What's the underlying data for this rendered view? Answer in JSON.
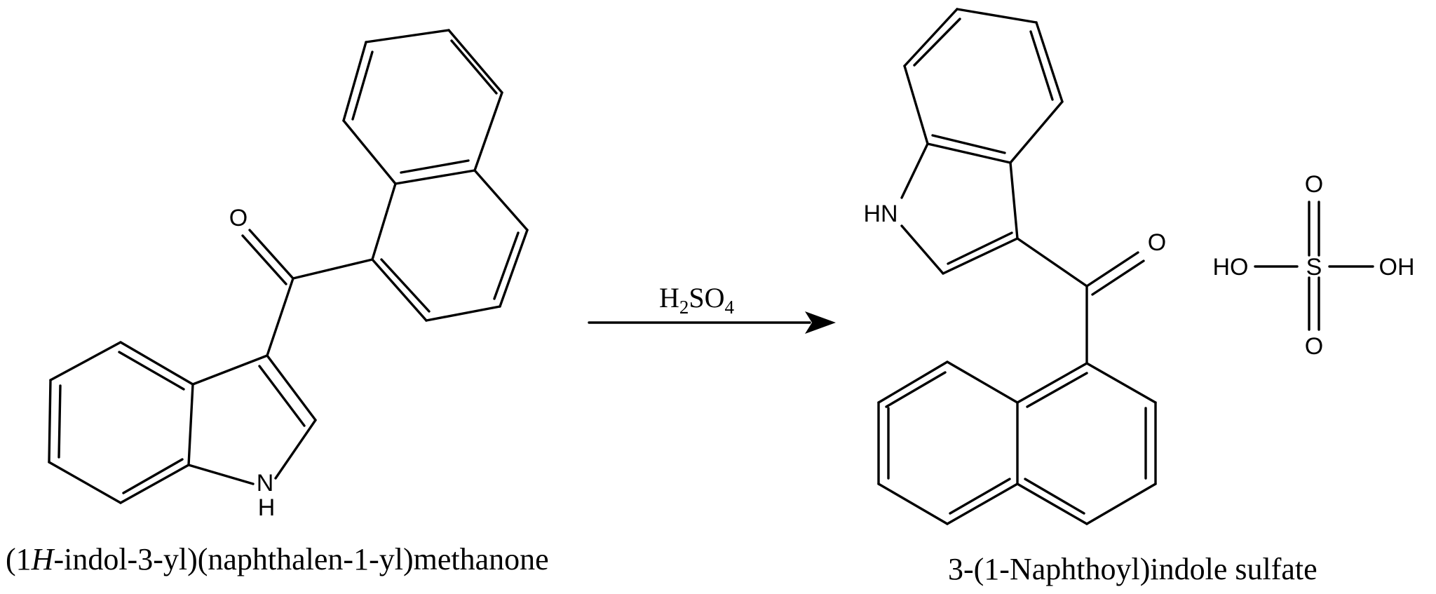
{
  "reactant": {
    "name_prefix": "(1",
    "name_italic": "H",
    "name_suffix": "-indol-3-yl)(naphthalen-1-yl)methanone",
    "atoms": {
      "carbonyl_O": "O",
      "ring_N": "N",
      "ring_NH_H": "H"
    }
  },
  "arrow": {
    "reagent_parts": [
      "H",
      "2",
      "SO",
      "4"
    ]
  },
  "product": {
    "name": "3-(1-Naphthoyl)indole sulfate",
    "atoms": {
      "ring_NH": "HN",
      "carbonyl_O": "O"
    }
  },
  "sulfuric_acid": {
    "atoms": {
      "left_OH": "HO",
      "S": "S",
      "right_OH": "OH",
      "top_O": "O",
      "bottom_O": "O"
    }
  }
}
